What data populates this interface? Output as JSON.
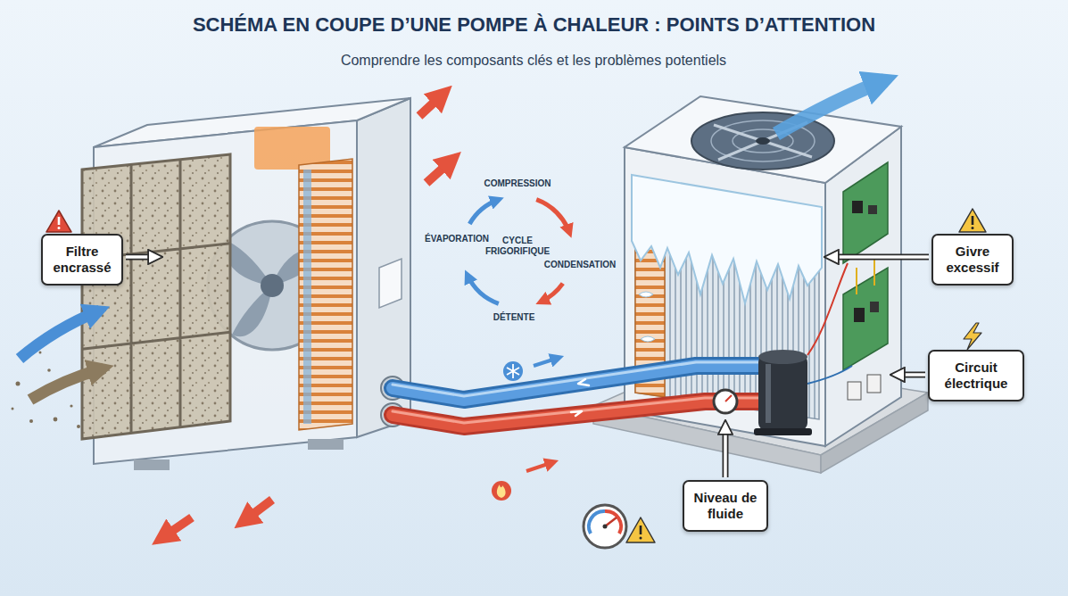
{
  "diagram": {
    "title": "SCHÉMA EN COUPE D’UNE POMPE À CHALEUR : POINTS D’ATTENTION",
    "nodes": [
      {
        "text": [
          "Filtre encrassé"
        ]
      },
      {
        "text": [
          "Givre excessif"
        ]
      },
      {
        "text": [
          "Circuit électrique"
        ]
      },
      {
        "text": [
          "Niveau de fluide"
        ]
      }
    ],
    "labels": [
      "Comprendre les composants clés et les problèmes potentiels",
      "COMPRESSION",
      "ÉVAPORATION",
      "CYCLE FRIGORIFIQUE",
      "CONDENSATION",
      "DÉTENTE"
    ]
  }
}
